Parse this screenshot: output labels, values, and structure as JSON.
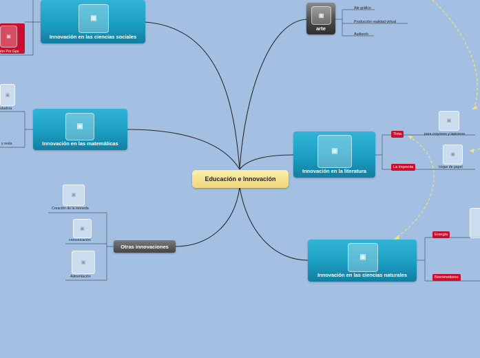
{
  "central": {
    "label": "Educación e Innovación"
  },
  "topics": {
    "sociales": {
      "label": "Innovación en las ciencias sociales"
    },
    "matematicas": {
      "label": "Innovación en las matemáticas"
    },
    "literatura": {
      "label": "Innovación en la literatura"
    },
    "naturales": {
      "label": "Innovación en las ciencias naturales"
    },
    "arte": {
      "label": "arte"
    },
    "otras": {
      "label": "Otras innovaciones"
    }
  },
  "arte_items": [
    "Ate gráfico",
    "Producción realidad virtual",
    "Audioorb"
  ],
  "otras_items": [
    "Creación de la moneda",
    "comunicación",
    "Alimentación"
  ],
  "literatura_tags": [
    "Tinta",
    "La Imprenta"
  ],
  "literatura_items": [
    "para crayones y lapiceros",
    "Hojas de papel"
  ],
  "naturales_tags": [
    "Energía",
    "Biomimetismo"
  ],
  "left_partial": {
    "sociales_item": "ión Por Gps",
    "mat_item_1": "uladora",
    "mat_item_2": "y resta"
  },
  "colors": {
    "background": "#a3bfe2",
    "topic": "#1b9ec2",
    "central": "#f6e08e",
    "tag": "#c8102e",
    "dark": "#4a4a4a",
    "relation": "#f5e27a"
  },
  "icons": {
    "image_placeholder": "camera-icon"
  }
}
